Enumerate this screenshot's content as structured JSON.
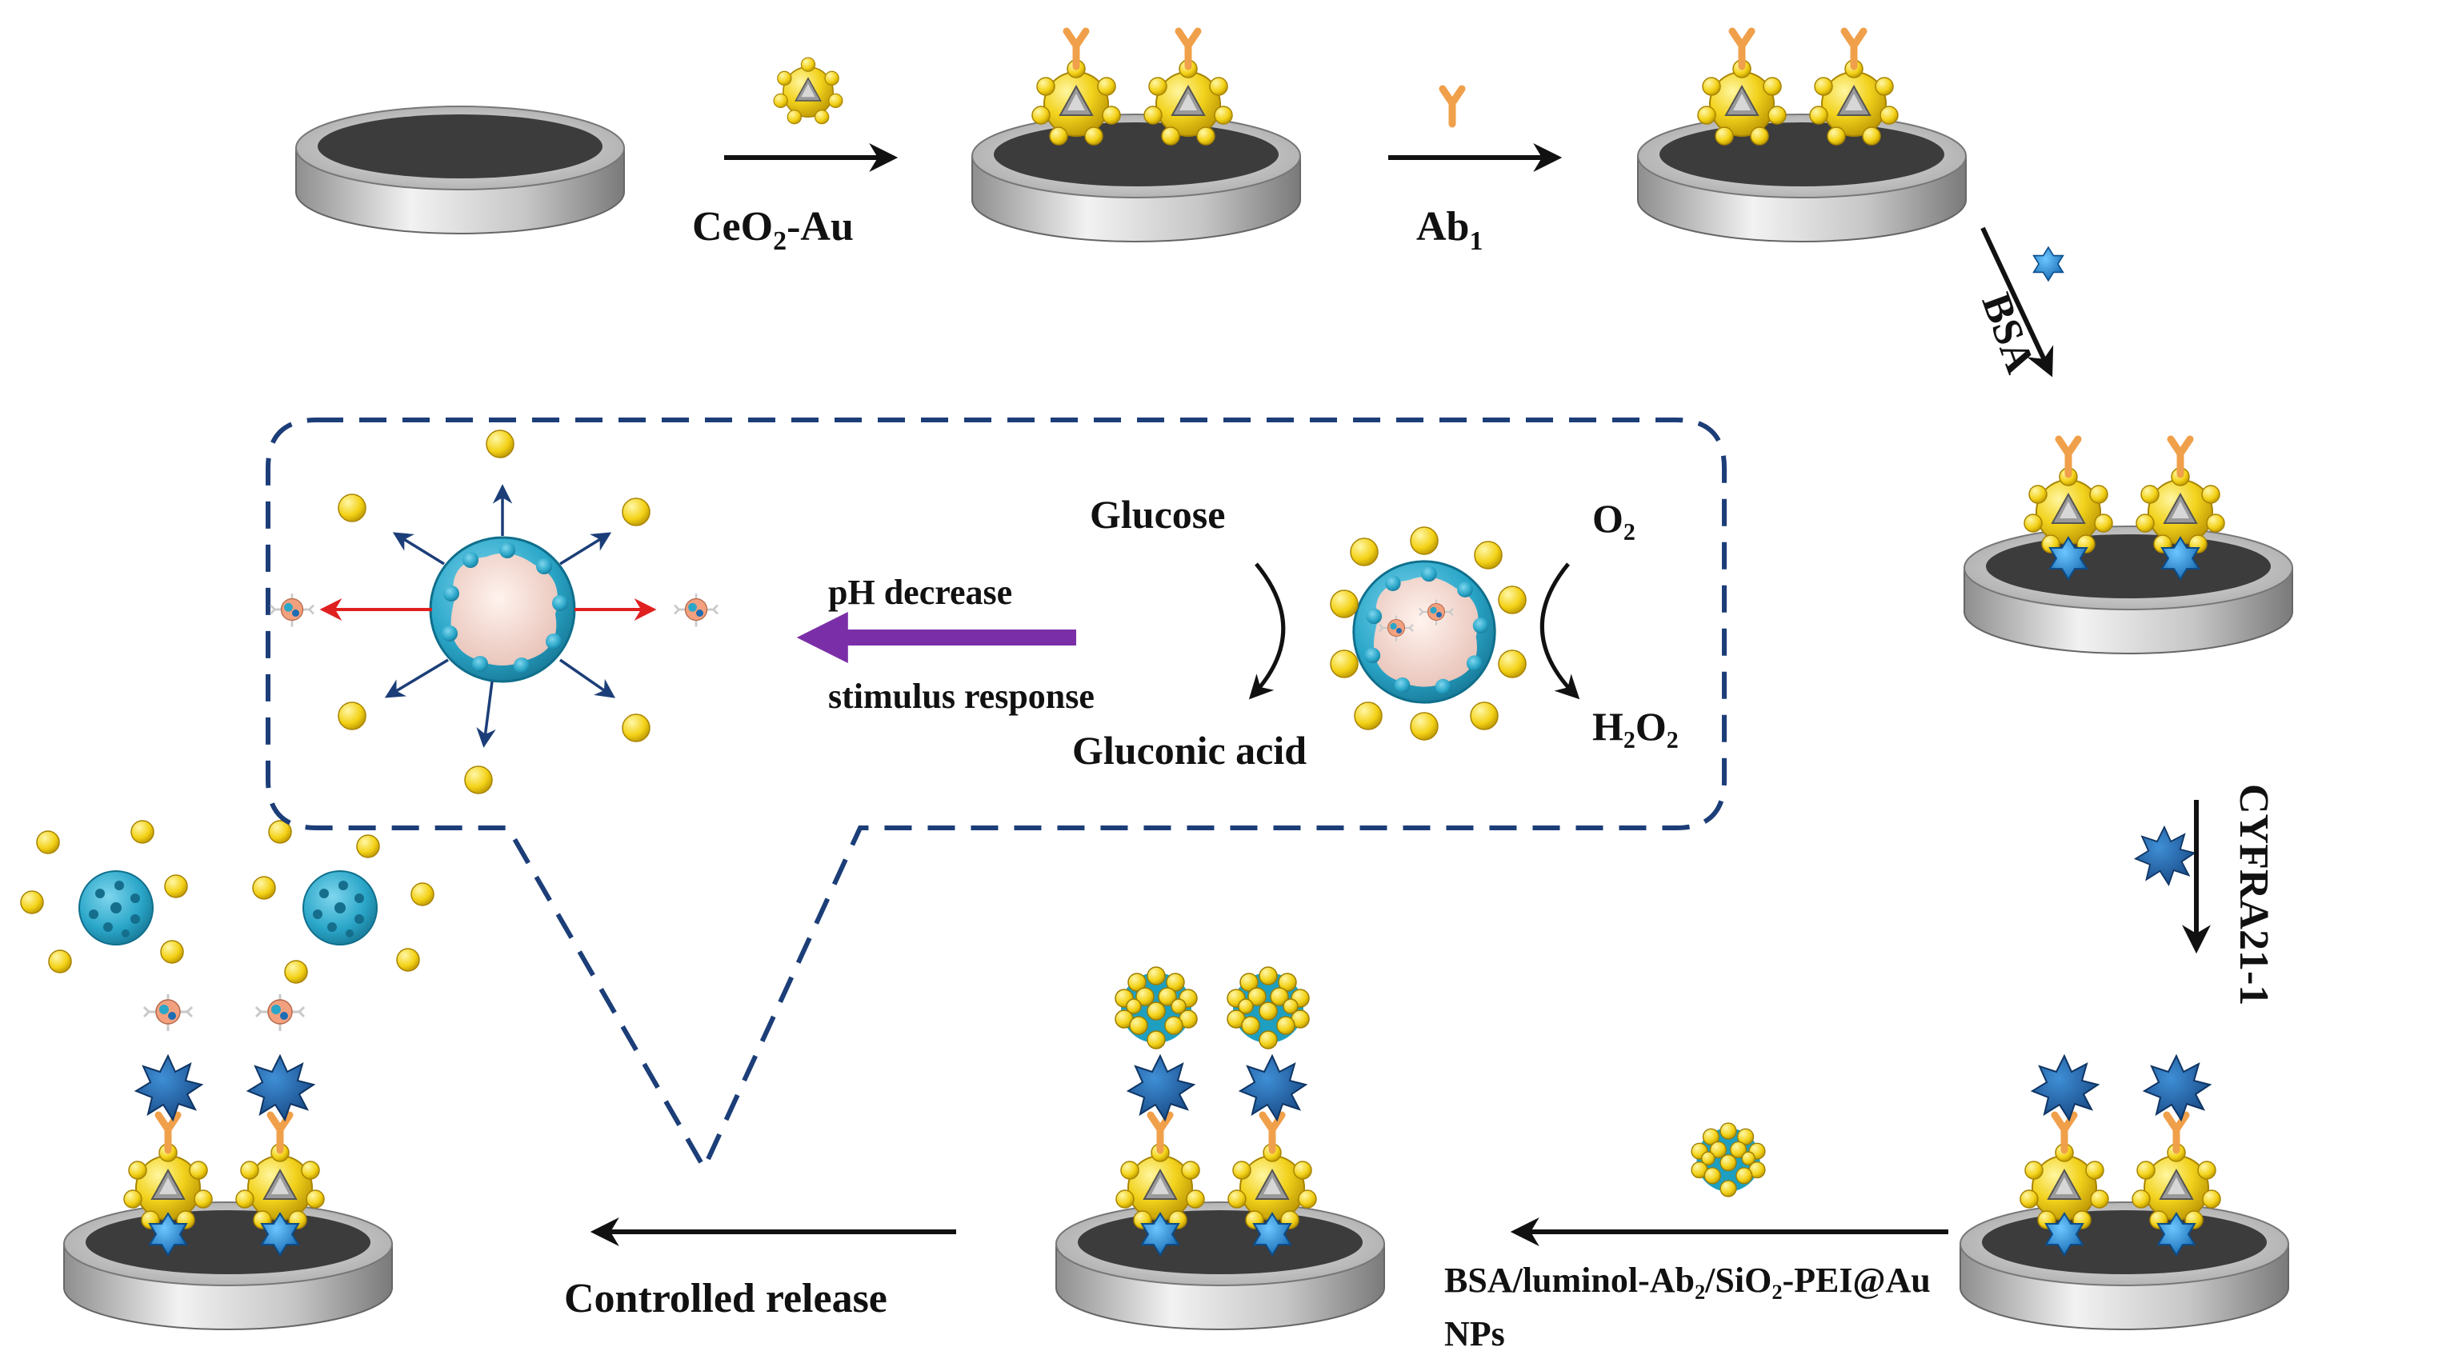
{
  "labels": {
    "ceo2_au": {
      "main": "CeO",
      "sub": "2",
      "rest": "-Au"
    },
    "ab1": {
      "main": "Ab",
      "sub": "1"
    },
    "bsa": "BSA",
    "cyfra": "CYFRA21-1",
    "probe_line1": "BSA/luminol-Ab₂/SiO₂-PEI@Au",
    "probe_line2": "NPs",
    "controlled_release": "Controlled release",
    "glucose": "Glucose",
    "gluconic_acid": "Gluconic acid",
    "o2": "O₂",
    "h2o2": "H₂O₂",
    "ph_decrease": "pH decrease",
    "stimulus_response": "stimulus response"
  },
  "colors": {
    "gold": "#f2d21c",
    "gold_dark": "#c9a300",
    "antibody": "#f0a04a",
    "bsa_blue": "#1f8ad0",
    "antigen_blue": "#1d6db3",
    "shell_teal": "#2aa6c8",
    "core_pink": "#f1d6cf",
    "purple_arrow": "#7a2fa8",
    "red_arrow": "#e02020",
    "navy": "#1c3e78",
    "disk_gray": "#b8b8b8",
    "disk_top": "#3a3a3a"
  }
}
